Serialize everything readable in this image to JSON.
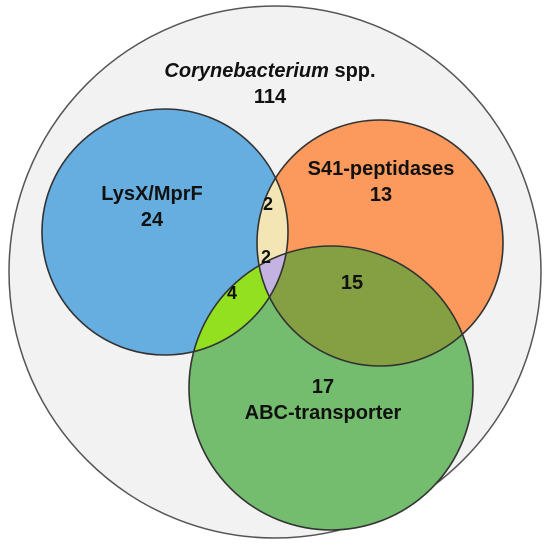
{
  "colors": {
    "outer_fill": "#f2f2f2",
    "outer_stroke": "#555555",
    "lysx_fill": "#66aedf",
    "s41_fill": "#fb9a5c",
    "abc_fill": "#74bc6e",
    "lysx_s41_fill": "#f3e6b4",
    "lysx_abc_fill": "#92e020",
    "s41_abc_fill": "#84a042",
    "triple_fill": "#c4b2e1",
    "stroke": "#333333"
  },
  "universe": {
    "label_italic": "Corynebacterium",
    "label_rest": " spp.",
    "count": "114"
  },
  "sets": {
    "lysx": {
      "label": "LysX/MprF",
      "count": "24"
    },
    "s41": {
      "label": "S41-peptidases",
      "count": "13"
    },
    "abc": {
      "label": "ABC-transporter",
      "count": "17"
    }
  },
  "intersections": {
    "lysx_s41": "2",
    "lysx_s41_abc": "2",
    "lysx_abc": "4",
    "s41_abc": "15"
  }
}
